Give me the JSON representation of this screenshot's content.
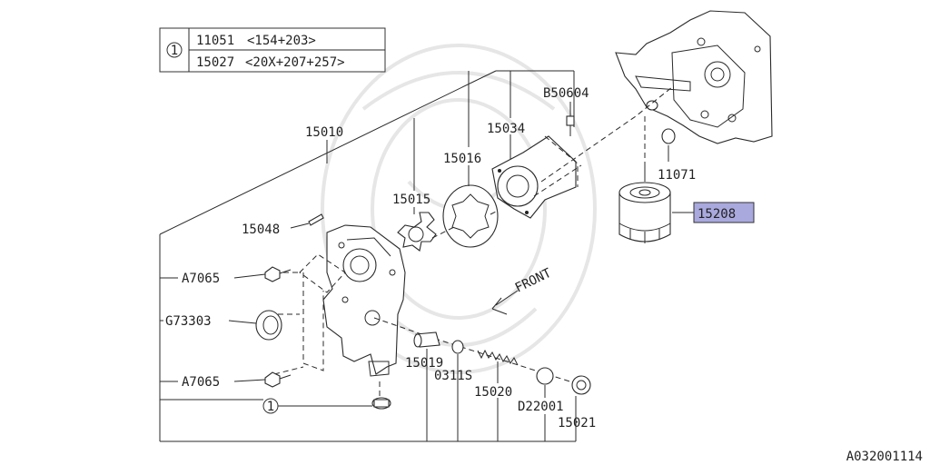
{
  "legend": {
    "symbol": "1",
    "rows": [
      {
        "code": "11051",
        "range": "<154+203>"
      },
      {
        "code": "15027",
        "range": "<20X+207+257>"
      }
    ]
  },
  "callouts": {
    "b50604": "B50604",
    "p15010": "15010",
    "p15034": "15034",
    "p15016": "15016",
    "p15015": "15015",
    "p15048": "15048",
    "a7065_top": "A7065",
    "g73303": "G73303",
    "a7065_bottom": "A7065",
    "ref1": "1",
    "p15019": "15019",
    "p0311s": "0311S",
    "p15020": "15020",
    "d22001": "D22001",
    "p15021": "15021",
    "p11071": "11071",
    "p15208": "15208"
  },
  "front_label": "FRONT",
  "diagram_code": "A032001114",
  "colors": {
    "highlight": "#a9a9de",
    "ink": "#2a2a2a"
  }
}
